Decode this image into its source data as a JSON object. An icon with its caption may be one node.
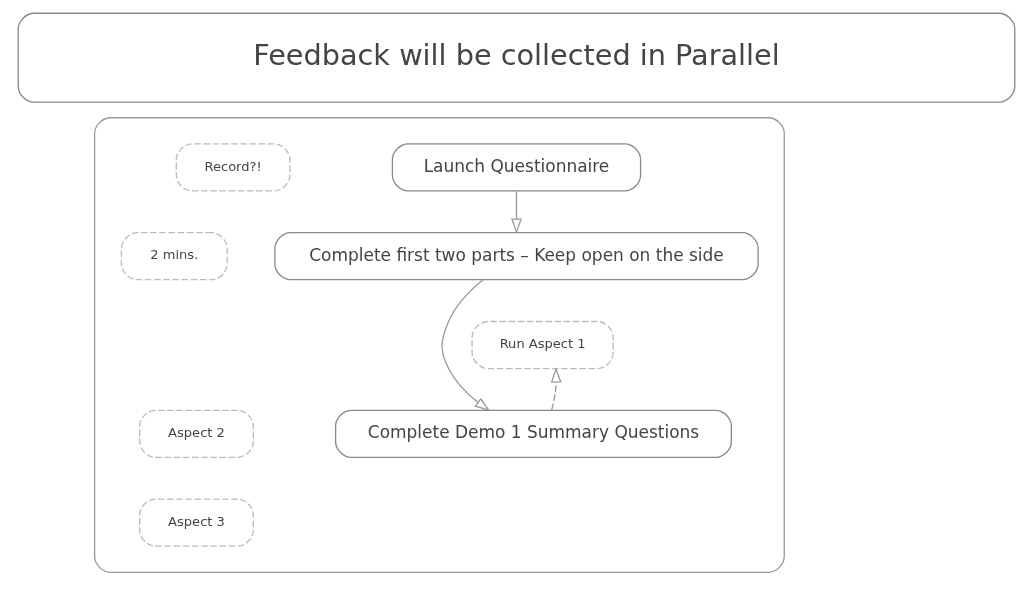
{
  "diagram": {
    "nodes": [
      {
        "text": [
          "Feedback will be collected in Parallel"
        ]
      },
      {
        "text": [],
        "shape": "box"
      },
      {
        "text": [
          "Launch Questionnaire"
        ],
        "in": 1
      },
      {
        "text": [
          "Complete first two parts – Keep open on the side"
        ],
        "in": 1
      },
      {
        "text": [
          "Complete Demo 1 Summary Questions"
        ],
        "in": 1
      },
      {
        "text": [
          "Record?!"
        ],
        "in": 1
      },
      {
        "text": [
          "2 mins."
        ],
        "in": 1
      },
      {
        "text": [
          "Run Aspect 1"
        ],
        "in": 1
      },
      {
        "text": [
          "Aspect 2"
        ],
        "in": 1
      },
      {
        "text": [
          "Aspect 3"
        ],
        "in": 1
      }
    ],
    "edges": [
      {
        "from": 2,
        "to": 3,
        "arrow": "to"
      },
      {
        "from": 3,
        "to": 4,
        "arrow": "to"
      },
      {
        "from": 4,
        "to": 7,
        "arrow": "to",
        "style": "dashed"
      }
    ]
  }
}
